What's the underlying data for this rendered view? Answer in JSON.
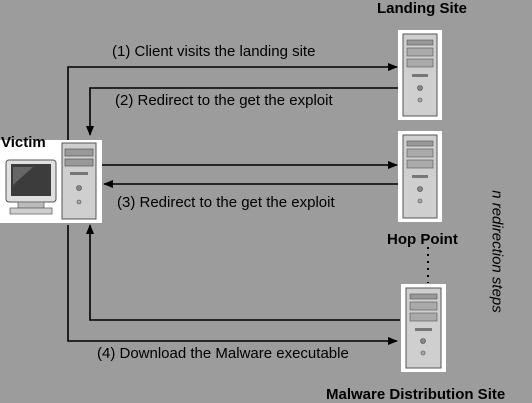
{
  "nodes": {
    "landing": "Landing Site",
    "victim": "Victim",
    "hop": "Hop Point",
    "malware": "Malware Distribution Site"
  },
  "steps": {
    "step1": "(1) Client visits the landing site",
    "step2": "(2) Redirect to the get the exploit",
    "step3": "(3) Redirect to the get the exploit",
    "step4": "(4) Download the Malware executable"
  },
  "side_note": "n redirection steps",
  "colors": {
    "background": "#9c9c9c",
    "tower_body": "#d6d6d6",
    "tower_frame": "#ffffff",
    "arrow": "#000000"
  },
  "icons": [
    "desktop-computer-icon",
    "server-tower-icon"
  ]
}
